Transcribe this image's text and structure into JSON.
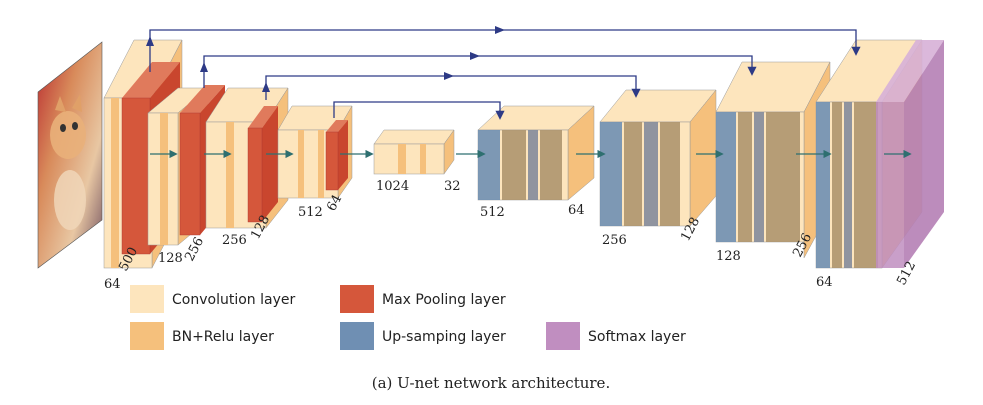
{
  "legend": {
    "convolution": "Convolution layer",
    "bn_relu": "BN+Relu layer",
    "max_pooling": "Max Pooling layer",
    "up_sampling": "Up-samping layer",
    "softmax": "Softmax layer"
  },
  "dims": {
    "e1_a": "64",
    "e1_b": "500",
    "e2_a": "128",
    "e2_b": "256",
    "e3_a": "256",
    "e3_b": "128",
    "e4_a": "512",
    "e4_b": "64",
    "bn_a": "1024",
    "bn_b": "32",
    "d1_a": "512",
    "d1_b": "64",
    "d2_a": "256",
    "d2_b": "128",
    "d3_a": "128",
    "d3_b": "256",
    "d4_a": "64",
    "d4_b": "512"
  },
  "caption": "(a) U-net network architecture.",
  "colors": {
    "convolution": "#fde5bd",
    "bn_relu": "#f5c07c",
    "max_pooling": "#d5573b",
    "up_sampling": "#6f8fb3",
    "softmax": "#c08ec0",
    "connection": "#2d3a86",
    "flow_arrow": "#2e6f70"
  }
}
